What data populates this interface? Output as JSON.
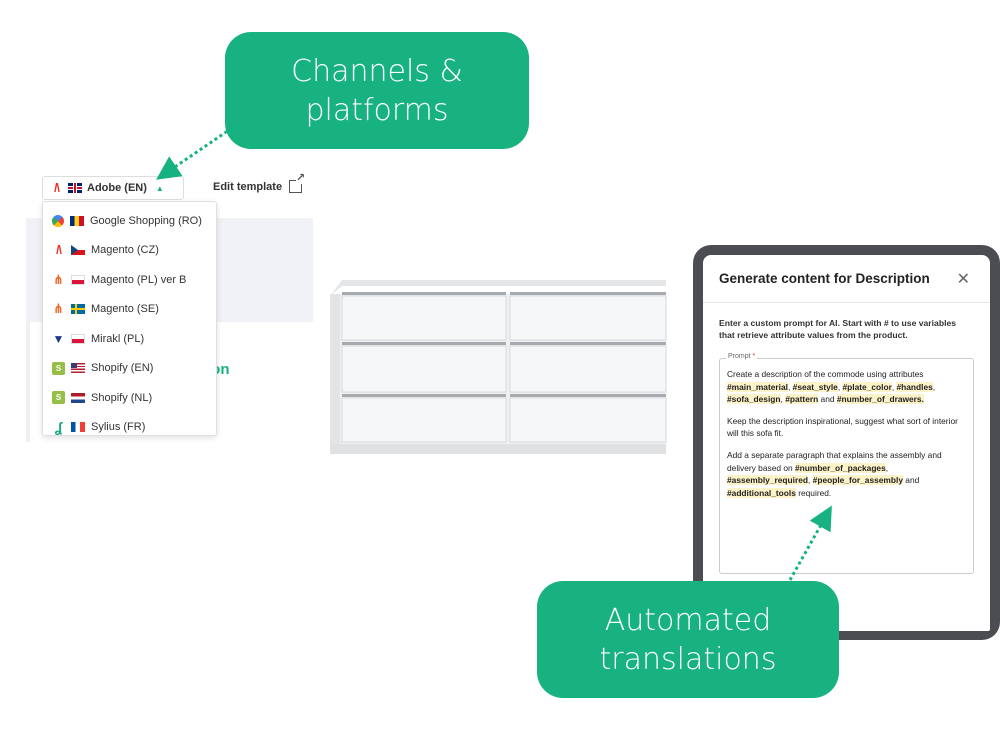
{
  "callouts": {
    "channels_line1": "Channels &",
    "channels_line2": "platforms",
    "translations_line1": "Automated",
    "translations_line2": "translations"
  },
  "colors": {
    "accent": "#17b27f",
    "tablet_frame": "#4b4d52",
    "variable_highlight": "#fdf3c8"
  },
  "channel_selector": {
    "selected": {
      "platform_icon": "adobe-icon",
      "flag": "uk-flag",
      "label": "Adobe (EN)"
    },
    "edit_template_label": "Edit template",
    "options": [
      {
        "platform_icon": "google-shopping-icon",
        "flag": "ro-flag",
        "label": "Google Shopping (RO)"
      },
      {
        "platform_icon": "adobe-icon",
        "flag": "cz-flag",
        "label": "Magento (CZ)"
      },
      {
        "platform_icon": "magento-icon",
        "flag": "pl-flag",
        "label": "Magento (PL) ver B"
      },
      {
        "platform_icon": "magento-icon",
        "flag": "se-flag",
        "label": "Magento (SE)"
      },
      {
        "platform_icon": "mirakl-icon",
        "flag": "pl-flag",
        "label": "Mirakl (PL)"
      },
      {
        "platform_icon": "shopify-icon",
        "flag": "us-flag",
        "label": "Shopify (EN)"
      },
      {
        "platform_icon": "shopify-icon",
        "flag": "nl-flag",
        "label": "Shopify (NL)"
      },
      {
        "platform_icon": "sylius-icon",
        "flag": "fr-flag",
        "label": "Sylius (FR)"
      }
    ]
  },
  "background_panel": {
    "partial_heading": "ion"
  },
  "modal": {
    "title": "Generate content for Description",
    "description": "Enter a custom prompt for AI. Start with # to use variables that retrieve attribute values from the product.",
    "prompt_label": "Prompt",
    "prompt_required_mark": "*",
    "paragraph1": {
      "intro": "Create a description of the commode using attributes ",
      "v1": "#main_material",
      "s1": ", ",
      "v2": "#seat_style",
      "s2": ", ",
      "v3": "#plate_color",
      "s3": ", ",
      "v4": "#handles",
      "s4": ", ",
      "v5": "#sofa_design",
      "s5": ", ",
      "v6": "#pattern",
      "s6": " and ",
      "v7": "#number_of_drawers."
    },
    "paragraph2": "Keep the description inspirational, suggest what sort of interior will this sofa fit.",
    "paragraph3": {
      "intro": "Add a separate paragraph that explains the assembly and delivery based on ",
      "v1": "#number_of_packages",
      "s1": ", ",
      "v2": "#assembly_required",
      "s2": ", ",
      "v3": "#people_for_assembly",
      "s3": " and ",
      "v4": "#additional_tools",
      "outro": " required."
    },
    "close_icon": "close-icon"
  }
}
